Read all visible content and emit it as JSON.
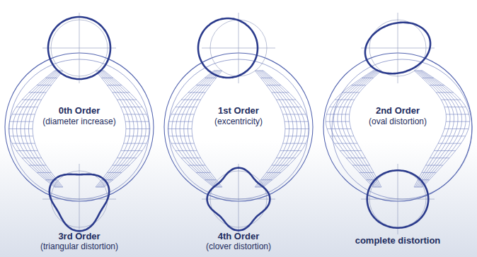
{
  "diagram": {
    "labels": [
      "0th Order",
      "(diameter increase)",
      "1st Order",
      "(excentricity)",
      "2nd Order",
      "(oval distortion)",
      "3rd Order",
      "(triangular distortion)",
      "4th Order",
      "(clover distortion)",
      "complete distortion"
    ]
  }
}
